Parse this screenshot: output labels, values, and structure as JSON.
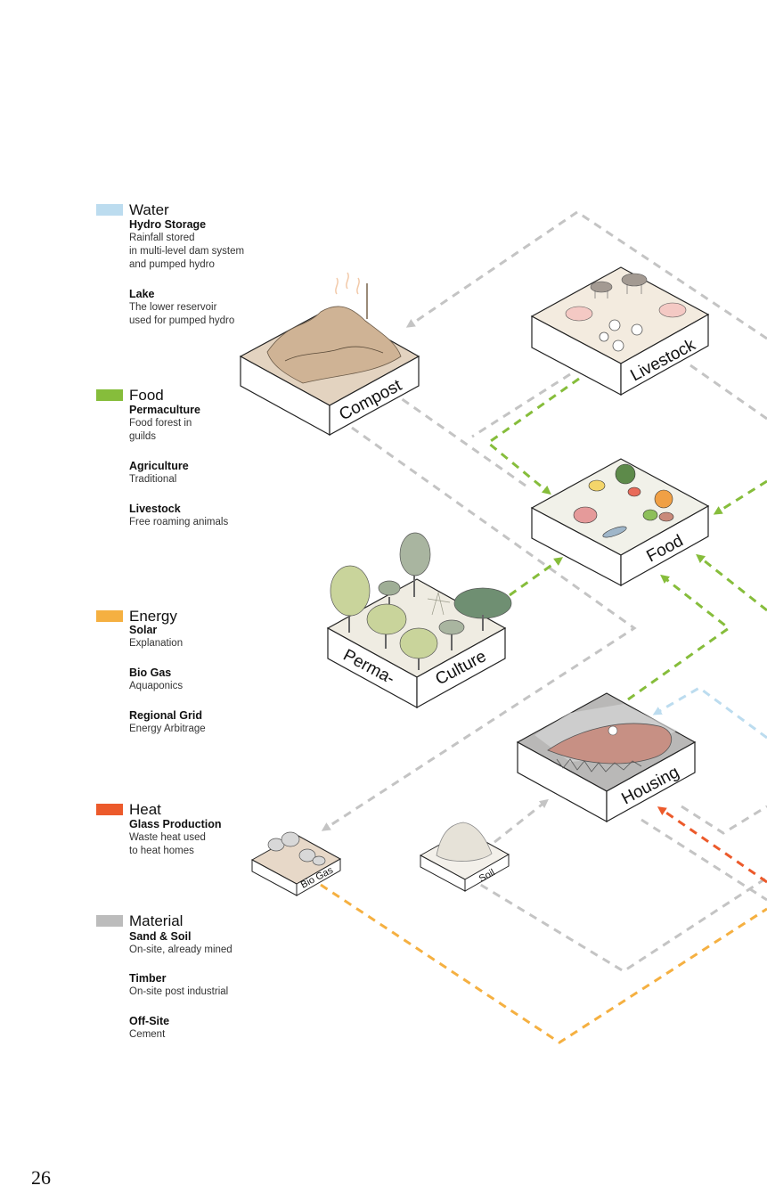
{
  "legend": {
    "water": {
      "title": "Water",
      "color": "#bcdcef",
      "items": [
        {
          "title": "Hydro Storage",
          "desc": "Rainfall stored\nin multi-level dam system\nand pumped hydro"
        },
        {
          "title": "Lake",
          "desc": "The lower reservoir\nused for pumped hydro"
        }
      ]
    },
    "food": {
      "title": "Food",
      "color": "#86bd3b",
      "items": [
        {
          "title": "Permaculture",
          "desc": "Food forest in\nguilds"
        },
        {
          "title": "Agriculture",
          "desc": "Traditional"
        },
        {
          "title": "Livestock",
          "desc": "Free roaming animals"
        }
      ]
    },
    "energy": {
      "title": "Energy",
      "color": "#f5b041",
      "items": [
        {
          "title": "Solar",
          "desc": "Explanation"
        },
        {
          "title": "Bio Gas",
          "desc": "Aquaponics"
        },
        {
          "title": "Regional Grid",
          "desc": "Energy Arbitrage"
        }
      ]
    },
    "heat": {
      "title": "Heat",
      "color": "#ec5a2b",
      "items": [
        {
          "title": "Glass Production",
          "desc": "Waste heat used\nto heat homes"
        }
      ]
    },
    "material": {
      "title": "Material",
      "color": "#bcbcbc",
      "items": [
        {
          "title": "Sand & Soil",
          "desc": "On-site, already mined"
        },
        {
          "title": "Timber",
          "desc": "On-site post industrial"
        },
        {
          "title": "Off-Site",
          "desc": "Cement"
        }
      ]
    }
  },
  "blocks": {
    "compost": "Compost",
    "livestock": "Livestock",
    "food": "Food",
    "perma": "Perma-",
    "culture": "Culture",
    "housing": "Housing",
    "biogas": "Bio Gas",
    "soil": "Soil"
  },
  "colors": {
    "material_flow": "#c4c4c4",
    "food_flow": "#86bd3b",
    "energy_flow": "#f5b041",
    "heat_flow": "#ec5a2b",
    "water_flow": "#bcdcef"
  },
  "page_number": "26"
}
